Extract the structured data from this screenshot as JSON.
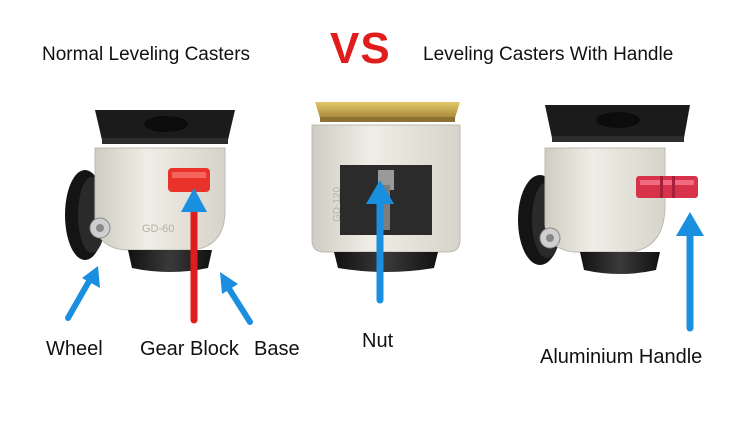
{
  "header": {
    "left_title": "Normal Leveling Casters",
    "vs": "VS",
    "right_title": "Leveling Casters With Handle"
  },
  "labels": {
    "wheel": "Wheel",
    "gear_block": "Gear Block",
    "base": "Base",
    "nut": "Nut",
    "aluminium_handle": "Aluminium Handle"
  },
  "casters": {
    "left_model_mark": "GD-60",
    "center_model_mark": "GD-120"
  },
  "colors": {
    "arrow": "#1a8fe0",
    "red_arrow": "#e01c1c",
    "vs": "#e01c1c",
    "body": "#e8e6dd",
    "plate": "#1b1b1b",
    "gold_plate": "#c8a84a",
    "gear": "#e8322a",
    "handle": "#d8324a"
  }
}
